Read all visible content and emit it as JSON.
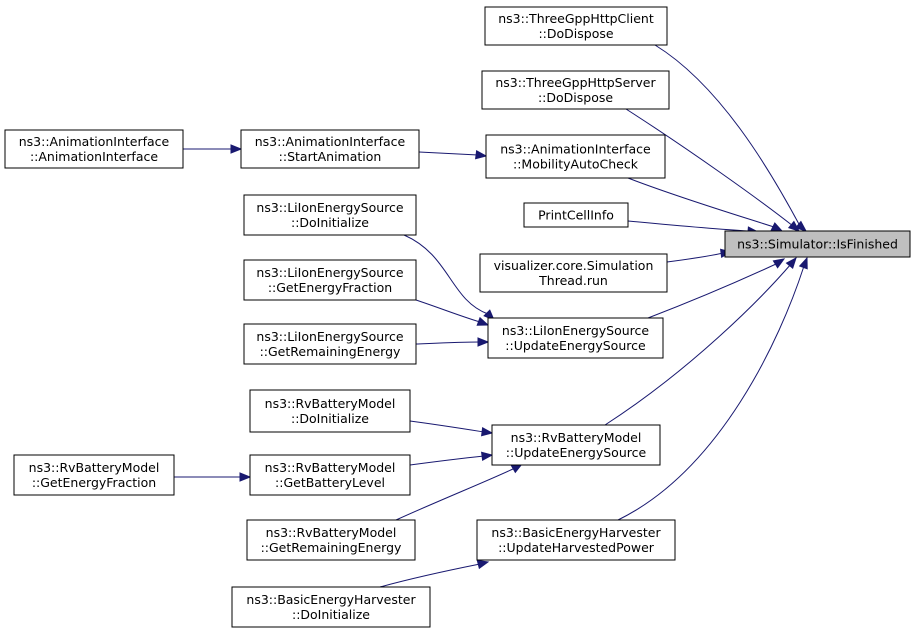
{
  "graph": {
    "kind": "caller-graph",
    "focus_node": "ns3::Simulator::IsFinished",
    "nodes": [
      {
        "id": "focus",
        "lines": [
          "ns3::Simulator::IsFinished"
        ],
        "highlighted": true
      },
      {
        "id": "tgc",
        "lines": [
          "ns3::ThreeGppHttpClient",
          "::DoDispose"
        ]
      },
      {
        "id": "tgs",
        "lines": [
          "ns3::ThreeGppHttpServer",
          "::DoDispose"
        ]
      },
      {
        "id": "aimac",
        "lines": [
          "ns3::AnimationInterface",
          "::MobilityAutoCheck"
        ]
      },
      {
        "id": "aisa",
        "lines": [
          "ns3::AnimationInterface",
          "::StartAnimation"
        ]
      },
      {
        "id": "aiai",
        "lines": [
          "ns3::AnimationInterface",
          "::AnimationInterface"
        ]
      },
      {
        "id": "pci",
        "lines": [
          "PrintCellInfo"
        ]
      },
      {
        "id": "viz",
        "lines": [
          "visualizer.core.Simulation",
          "Thread.run"
        ]
      },
      {
        "id": "lidi",
        "lines": [
          "ns3::LiIonEnergySource",
          "::DoInitialize"
        ]
      },
      {
        "id": "ligef",
        "lines": [
          "ns3::LiIonEnergySource",
          "::GetEnergyFraction"
        ]
      },
      {
        "id": "ligre",
        "lines": [
          "ns3::LiIonEnergySource",
          "::GetRemainingEnergy"
        ]
      },
      {
        "id": "liues",
        "lines": [
          "ns3::LiIonEnergySource",
          "::UpdateEnergySource"
        ]
      },
      {
        "id": "rvdi",
        "lines": [
          "ns3::RvBatteryModel",
          "::DoInitialize"
        ]
      },
      {
        "id": "rvues",
        "lines": [
          "ns3::RvBatteryModel",
          "::UpdateEnergySource"
        ]
      },
      {
        "id": "rvgbl",
        "lines": [
          "ns3::RvBatteryModel",
          "::GetBatteryLevel"
        ]
      },
      {
        "id": "rvgef",
        "lines": [
          "ns3::RvBatteryModel",
          "::GetEnergyFraction"
        ]
      },
      {
        "id": "rvgre",
        "lines": [
          "ns3::RvBatteryModel",
          "::GetRemainingEnergy"
        ]
      },
      {
        "id": "behuhp",
        "lines": [
          "ns3::BasicEnergyHarvester",
          "::UpdateHarvestedPower"
        ]
      },
      {
        "id": "behdi",
        "lines": [
          "ns3::BasicEnergyHarvester",
          "::DoInitialize"
        ]
      }
    ],
    "edges": [
      {
        "from": "tgc",
        "to": "focus"
      },
      {
        "from": "tgs",
        "to": "focus"
      },
      {
        "from": "aimac",
        "to": "focus"
      },
      {
        "from": "pci",
        "to": "focus"
      },
      {
        "from": "viz",
        "to": "focus"
      },
      {
        "from": "liues",
        "to": "focus"
      },
      {
        "from": "rvues",
        "to": "focus"
      },
      {
        "from": "behuhp",
        "to": "focus"
      },
      {
        "from": "aisa",
        "to": "aimac"
      },
      {
        "from": "aiai",
        "to": "aisa"
      },
      {
        "from": "lidi",
        "to": "liues"
      },
      {
        "from": "ligef",
        "to": "liues"
      },
      {
        "from": "ligre",
        "to": "liues"
      },
      {
        "from": "rvdi",
        "to": "rvues"
      },
      {
        "from": "rvgbl",
        "to": "rvues"
      },
      {
        "from": "rvgre",
        "to": "rvues"
      },
      {
        "from": "rvgef",
        "to": "rvgbl"
      },
      {
        "from": "behdi",
        "to": "behuhp"
      }
    ],
    "colors": {
      "edge": "#191970",
      "node_border": "#000000",
      "node_fill": "#ffffff",
      "focus_fill": "#bfbfbf"
    }
  }
}
